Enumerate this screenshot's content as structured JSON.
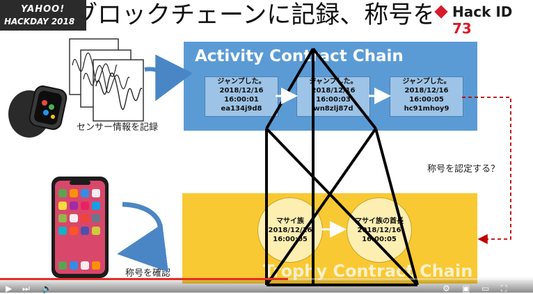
{
  "slide": {
    "title": "行動をブロックチェーンに記録、称号を認定",
    "logo_left": {
      "top": "YAHOO!",
      "bottom": "HACKDAY 2018"
    },
    "logo_right": {
      "brand": "Hack ID",
      "number": "73"
    }
  },
  "activity_chain": {
    "title": "Activity Contract Chain",
    "blocks": [
      {
        "line1": "ジャンプした。",
        "date": "2018/12/16",
        "time": "16:00:01",
        "hash": "ea134j9d8"
      },
      {
        "line1": "ジャンプした。",
        "date": "2018/12/16",
        "time": "16:00:03",
        "hash": "wn8zlj87d"
      },
      {
        "line1": "ジャンプした。",
        "date": "2018/12/16",
        "time": "16:00:05",
        "hash": "hc91mhoy9"
      }
    ]
  },
  "trophy_chain": {
    "title": "Trophy Contract Chain",
    "medals": [
      {
        "name": "マサイ族",
        "date": "2018/12/16",
        "time": "16:00:05"
      },
      {
        "name": "マサイ族の酋長",
        "date": "2018/12/16",
        "time": "16:00:05"
      }
    ]
  },
  "captions": {
    "sensor": "センサー情報を記録",
    "certify": "称号を認定する？",
    "confirm": "称号を確認"
  },
  "player": {
    "progress_fraction": 0.54,
    "accent": "#e52d27"
  },
  "colors": {
    "activity_bg": "#5b9bd5",
    "trophy_bg": "#f9c934",
    "dashed_arrow": "#c00000"
  }
}
